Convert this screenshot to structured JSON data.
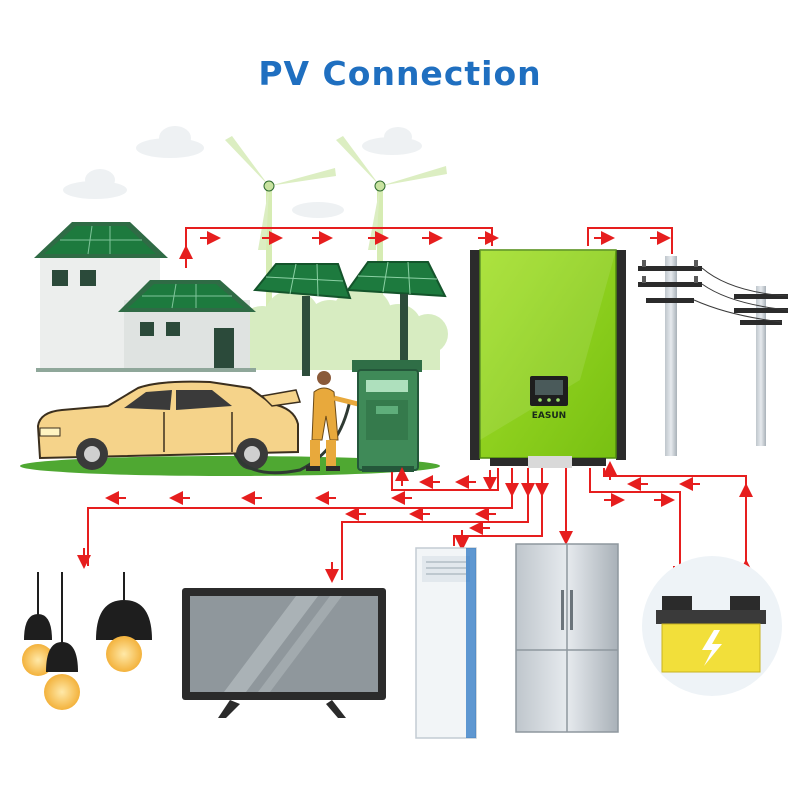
{
  "title": "PV Connection",
  "inverter": {
    "brand": "EASUN"
  },
  "colors": {
    "title": "#1f6fc0",
    "wire": "#e61e1e",
    "inverter": "#8fd51c",
    "panel": "#1d7a3e",
    "car": "#f5d38a",
    "battery": "#f2df3a",
    "ground": "#4fa832"
  },
  "components": [
    {
      "name": "houses-with-solar-roofs",
      "icon": "house-icon"
    },
    {
      "name": "wind-turbines",
      "icon": "wind-turbine-icon"
    },
    {
      "name": "solar-panels",
      "icon": "solar-panel-icon"
    },
    {
      "name": "ev-car",
      "icon": "car-icon"
    },
    {
      "name": "ev-charger",
      "icon": "charging-station-icon"
    },
    {
      "name": "hybrid-inverter",
      "icon": "inverter-icon"
    },
    {
      "name": "utility-grid",
      "icon": "power-pole-icon"
    },
    {
      "name": "pendant-lights",
      "icon": "light-bulb-icon"
    },
    {
      "name": "television",
      "icon": "tv-icon"
    },
    {
      "name": "air-conditioner",
      "icon": "air-conditioner-icon"
    },
    {
      "name": "refrigerator",
      "icon": "fridge-icon"
    },
    {
      "name": "battery",
      "icon": "battery-icon"
    }
  ]
}
